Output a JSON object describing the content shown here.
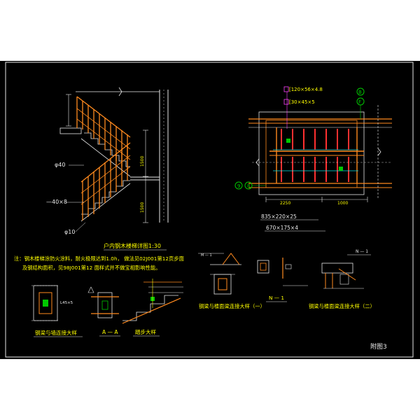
{
  "colors": {
    "background": "#000000",
    "page": "#ffffff",
    "line_white": "#e8e8e8",
    "stair_orange": "#ff8a1e",
    "text_yellow": "#ffff00",
    "marker_green": "#00c800",
    "dim_cyan": "#00e0e0",
    "accent_red": "#ff3030",
    "accent_magenta": "#ff40ff"
  },
  "section_view": {
    "title": "户内钢木楼梯详图1:30",
    "label_handrail": "φ40",
    "label_flat_bar": "—40×8",
    "label_rod": "φ10",
    "dim_height_lower": "1500",
    "dim_height_upper": "1500"
  },
  "plan_view": {
    "label_channel": "[120×56×4.8",
    "label_angle": "[30×45×5",
    "label_tread_plate": "835×220×25",
    "label_steel_plate": "670×175×4",
    "dim_left": "2250",
    "dim_right": "1000",
    "axis_top_b": "B",
    "axis_top_f": "F",
    "axis_left_1": "9",
    "axis_left_2": "8"
  },
  "notes": {
    "line1": "注：钢木楼梯涂防火涂料，耐火极限达到1.0h，  做法见02J001第12页步面",
    "line2": "及钢结构面积，见98J001第12 面样式并不做宝相影响性能。"
  },
  "details": {
    "caption_column": "钢梁与墙连接大样",
    "caption_aa": "A — A",
    "caption_step": "踏步大样",
    "caption_n1": "N — 1",
    "caption_conn1": "钢梁与楼面梁连接大样（一）",
    "caption_conn2": "钢梁与楼面梁连接大样（二）",
    "label_angle_small": "L45×5",
    "label_m1_left": "M — 1",
    "label_n1_top": "N — 1"
  },
  "sheet_number": "附图3"
}
